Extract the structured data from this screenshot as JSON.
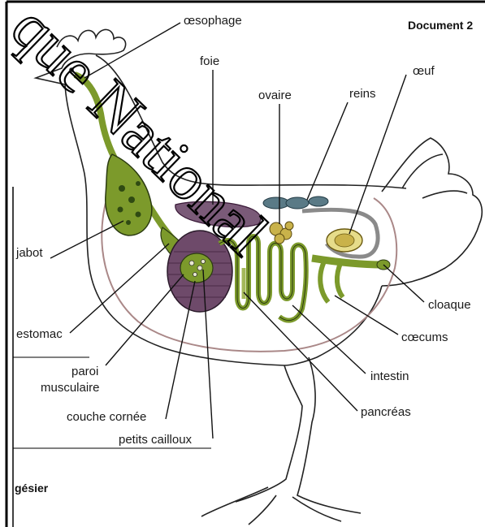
{
  "document_title": "Document 2",
  "watermark_text": "que National",
  "labels": {
    "oesophage": "œsophage",
    "foie": "foie",
    "ovaire": "ovaire",
    "reins": "reins",
    "oeuf": "œuf",
    "jabot": "jabot",
    "estomac": "estomac",
    "paroi_1": "paroi",
    "paroi_2": "musculaire",
    "couche_cornee": "couche cornée",
    "petits_cailloux": "petits cailloux",
    "cloaque": "cloaque",
    "caecums": "cœcums",
    "intestin": "intestin",
    "pancreas": "pancréas",
    "gesier": "gésier"
  },
  "colors": {
    "digestive_green": "#7c9a2b",
    "gizzard_purple": "#6e4a6a",
    "liver_purple": "#7a5a78",
    "kidney_blue": "#5a7a86",
    "egg_yellow": "#c9b24a",
    "outline": "#1a1a1a"
  }
}
